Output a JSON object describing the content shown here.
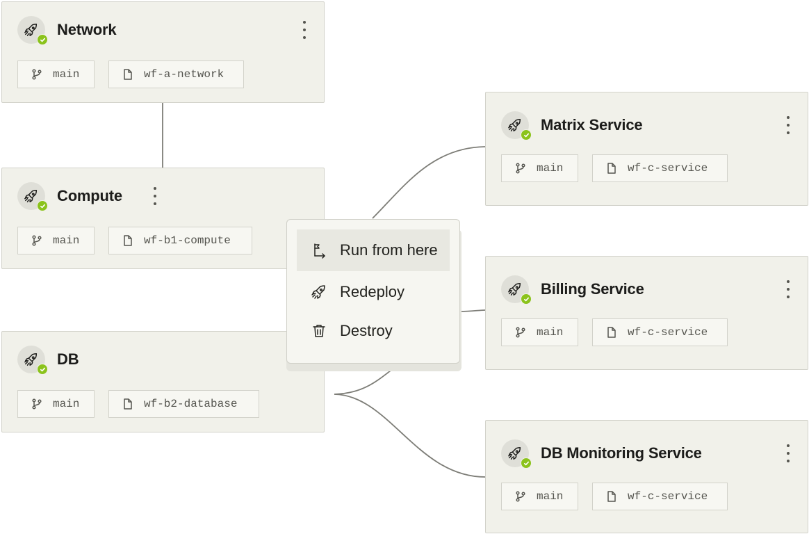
{
  "nodes": {
    "network": {
      "title": "Network",
      "branch": "main",
      "file": "wf-a-network"
    },
    "compute": {
      "title": "Compute",
      "branch": "main",
      "file": "wf-b1-compute"
    },
    "db": {
      "title": "DB",
      "branch": "main",
      "file": "wf-b2-database"
    },
    "matrix": {
      "title": "Matrix Service",
      "branch": "main",
      "file": "wf-c-service"
    },
    "billing": {
      "title": "Billing Service",
      "branch": "main",
      "file": "wf-c-service"
    },
    "dbmon": {
      "title": "DB Monitoring Service",
      "branch": "main",
      "file": "wf-c-service"
    }
  },
  "context_menu": {
    "items": [
      {
        "label": "Run from here",
        "icon": "run-from-here-icon"
      },
      {
        "label": "Redeploy",
        "icon": "rocket-icon"
      },
      {
        "label": "Destroy",
        "icon": "trash-icon"
      }
    ]
  },
  "colors": {
    "card_bg": "#f1f1ea",
    "card_border": "#d2d2ca",
    "status_ok": "#8bc31c",
    "edge": "#7d7d77"
  }
}
